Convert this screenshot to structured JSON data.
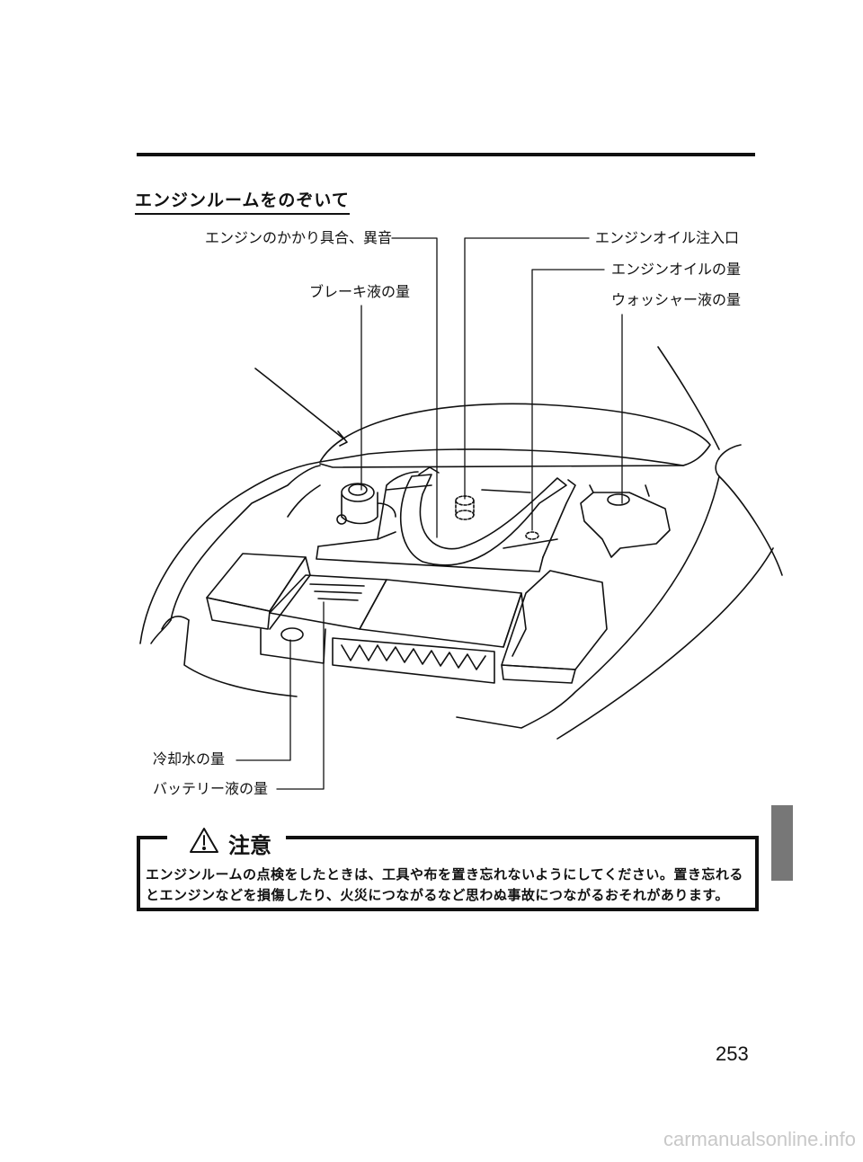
{
  "section_title": "エンジンルームをのぞいて",
  "callouts": {
    "engine_sound": "エンジンのかかり具合、異音",
    "oil_filler": "エンジンオイル注入口",
    "oil_level": "エンジンオイルの量",
    "brake_fluid": "ブレーキ液の量",
    "washer_fluid": "ウォッシャー液の量",
    "coolant": "冷却水の量",
    "battery_fluid": "バッテリー液の量"
  },
  "caution": {
    "title": "注意",
    "text": "エンジンルームの点検をしたときは、工具や布を置き忘れないようにしてください。置き忘れるとエンジンなどを損傷したり、火災につながるなど思わぬ事故につながるおそれがあります。"
  },
  "page_number": "253",
  "watermark": "carmanualsonline.info",
  "icons": {
    "caution": "warning-triangle-icon"
  },
  "colors": {
    "ink": "#111111",
    "side_tab": "#777777",
    "watermark": "#c8c8c8"
  }
}
